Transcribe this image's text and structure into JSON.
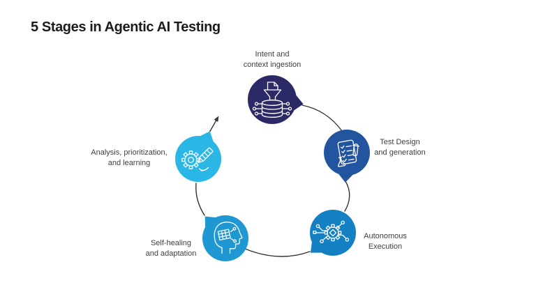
{
  "title": "5 Stages in Agentic AI Testing",
  "colors": {
    "background": "#ffffff",
    "title_text": "#1c1c1c",
    "label_text": "#3e3e3e",
    "connector": "#333333",
    "icon_stroke": "#ffffff"
  },
  "stages": [
    {
      "label": "Intent and\ncontext ingestion",
      "color": "#2b2a66",
      "icon": "funnel-into-database-icon"
    },
    {
      "label": "Test Design\nand generation",
      "color": "#2254a0",
      "icon": "checklist-and-flask-icon"
    },
    {
      "label": "Autonomous\nExecution",
      "color": "#1480c4",
      "icon": "gear-with-circuit-icon"
    },
    {
      "label": "Self-healing\nand adaptation",
      "color": "#1e97d3",
      "icon": "head-with-chip-icon"
    },
    {
      "label": "Analysis, prioritization,\nand learning",
      "color": "#2ab7e6",
      "icon": "gear-and-pencil-icon"
    }
  ]
}
